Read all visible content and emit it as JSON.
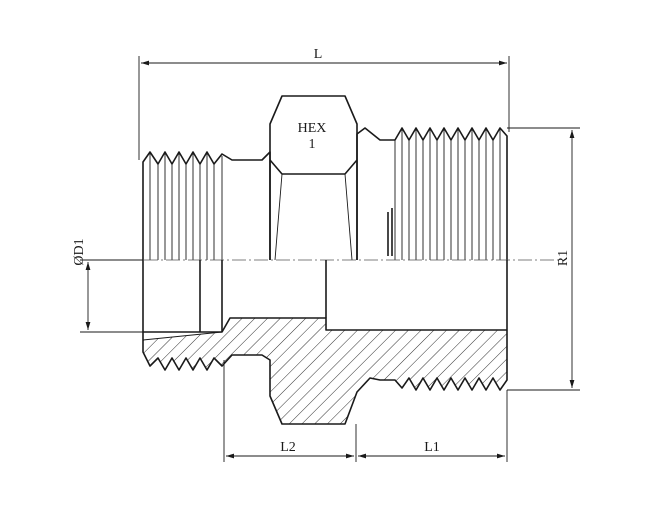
{
  "labels": {
    "overall_length": "L",
    "hex_line1": "HEX",
    "hex_line2": "1",
    "bore_diameter": "ØD1",
    "thread_diameter": "R1",
    "length_left": "L2",
    "length_right": "L1"
  }
}
